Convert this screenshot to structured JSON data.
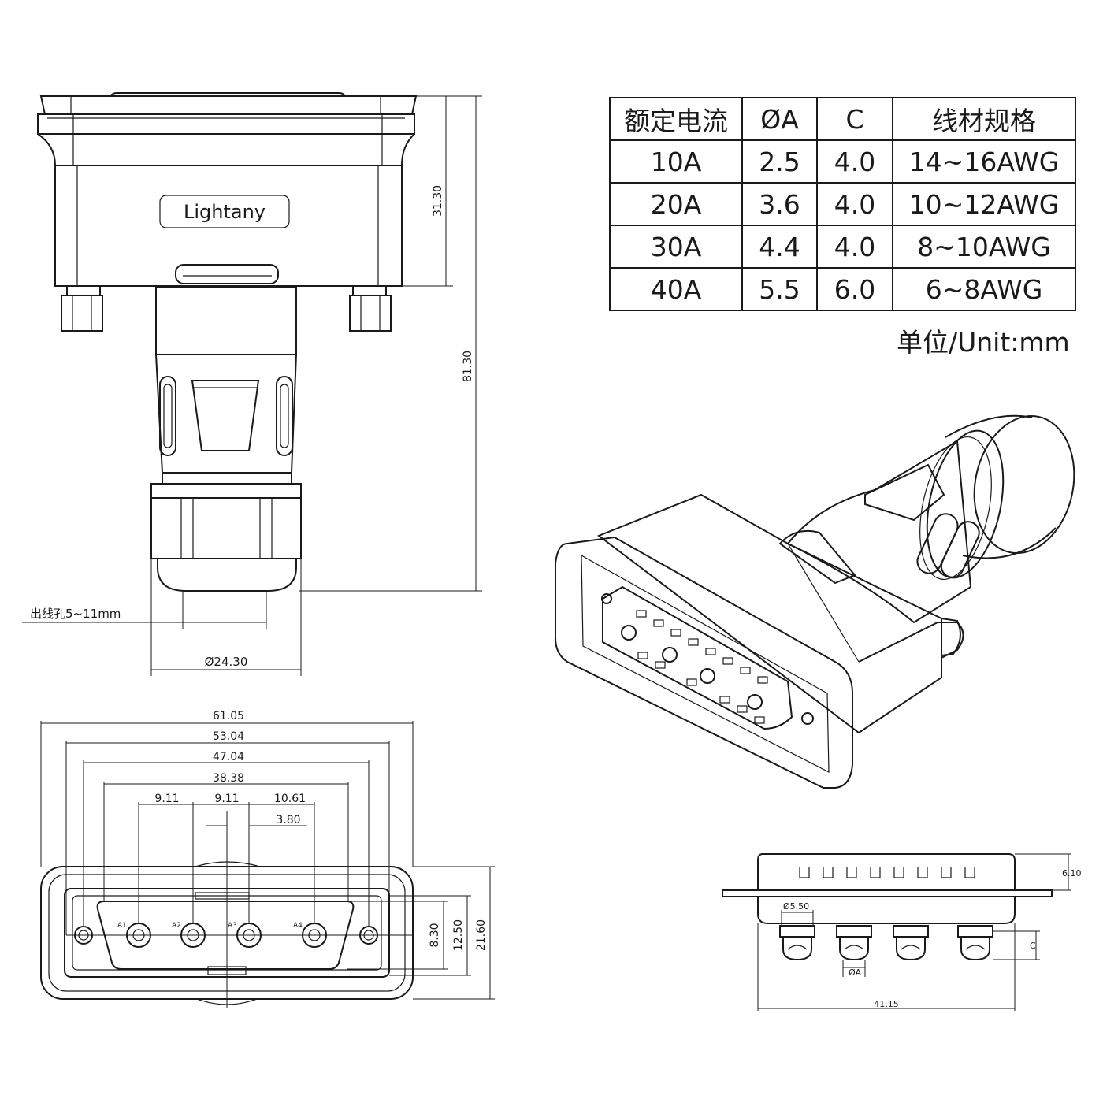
{
  "spec_table": {
    "headers": [
      "额定电流",
      "ØA",
      "C",
      "线材规格"
    ],
    "rows": [
      [
        "10A",
        "2.5",
        "4.0",
        "14~16AWG"
      ],
      [
        "20A",
        "3.6",
        "4.0",
        "10~12AWG"
      ],
      [
        "30A",
        "4.4",
        "4.0",
        "8~10AWG"
      ],
      [
        "40A",
        "5.5",
        "6.0",
        "6~8AWG"
      ]
    ]
  },
  "unit_label": "单位/Unit:mm",
  "brand": "Lightany",
  "side_view": {
    "dim_height_short": "31.30",
    "dim_height_total": "81.30",
    "outlet_label": "出线孔5~11mm",
    "dim_outer_dia": "Ø24.30"
  },
  "front_view": {
    "dim_61": "61.05",
    "dim_53": "53.04",
    "dim_47": "47.04",
    "dim_38": "38.38",
    "dim_911a": "9.11",
    "dim_911b": "9.11",
    "dim_1061": "10.61",
    "dim_380": "3.80",
    "dim_830": "8.30",
    "dim_1250": "12.50",
    "dim_2160": "21.60",
    "pin_labels": [
      "A1",
      "A2",
      "A3",
      "A4"
    ]
  },
  "bottom_view": {
    "dim_610": "6.10",
    "dim_550": "Ø5.50",
    "dim_c": "C",
    "dim_a": "ØA",
    "dim_4115": "41.15"
  }
}
